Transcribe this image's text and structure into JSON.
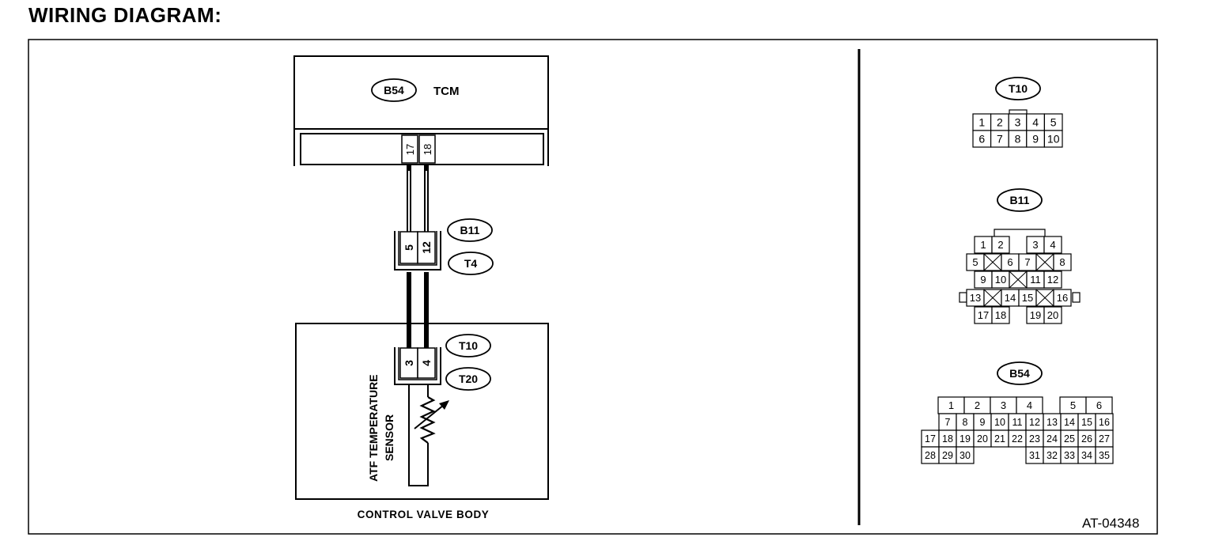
{
  "title": "WIRING DIAGRAM:",
  "tcm": {
    "connector": "B54",
    "label": "TCM",
    "pins": [
      "17",
      "18"
    ]
  },
  "joint": {
    "connectors": [
      "B11",
      "T4"
    ],
    "pins": [
      "5",
      "12"
    ]
  },
  "sensor_connector": {
    "connectors": [
      "T10",
      "T20"
    ],
    "pins": [
      "3",
      "4"
    ]
  },
  "sensor_label": [
    "ATF TEMPERATURE",
    "SENSOR"
  ],
  "control_valve_body": "CONTROL VALVE BODY",
  "figure_code": "AT-04348",
  "connector_views": {
    "t10": {
      "id": "T10",
      "rows": [
        [
          "1",
          "2",
          "3",
          "4",
          "5"
        ],
        [
          "6",
          "7",
          "8",
          "9",
          "10"
        ]
      ]
    },
    "b11": {
      "id": "B11",
      "rows": [
        [
          "1",
          "2",
          "3",
          "4"
        ],
        [
          "5",
          "6",
          "7",
          "8"
        ],
        [
          "9",
          "10",
          "11",
          "12"
        ],
        [
          "13",
          "14",
          "15",
          "16"
        ],
        [
          "17",
          "18",
          "19",
          "20"
        ]
      ]
    },
    "b54": {
      "id": "B54",
      "rows": [
        [
          "1",
          "2",
          "3",
          "4",
          "5",
          "6"
        ],
        [
          "7",
          "8",
          "9",
          "10",
          "11",
          "12",
          "13",
          "14",
          "15",
          "16"
        ],
        [
          "17",
          "18",
          "19",
          "20",
          "21",
          "22",
          "23",
          "24",
          "25",
          "26",
          "27"
        ],
        [
          "28",
          "29",
          "30",
          "31",
          "32",
          "33",
          "34",
          "35"
        ]
      ]
    }
  }
}
